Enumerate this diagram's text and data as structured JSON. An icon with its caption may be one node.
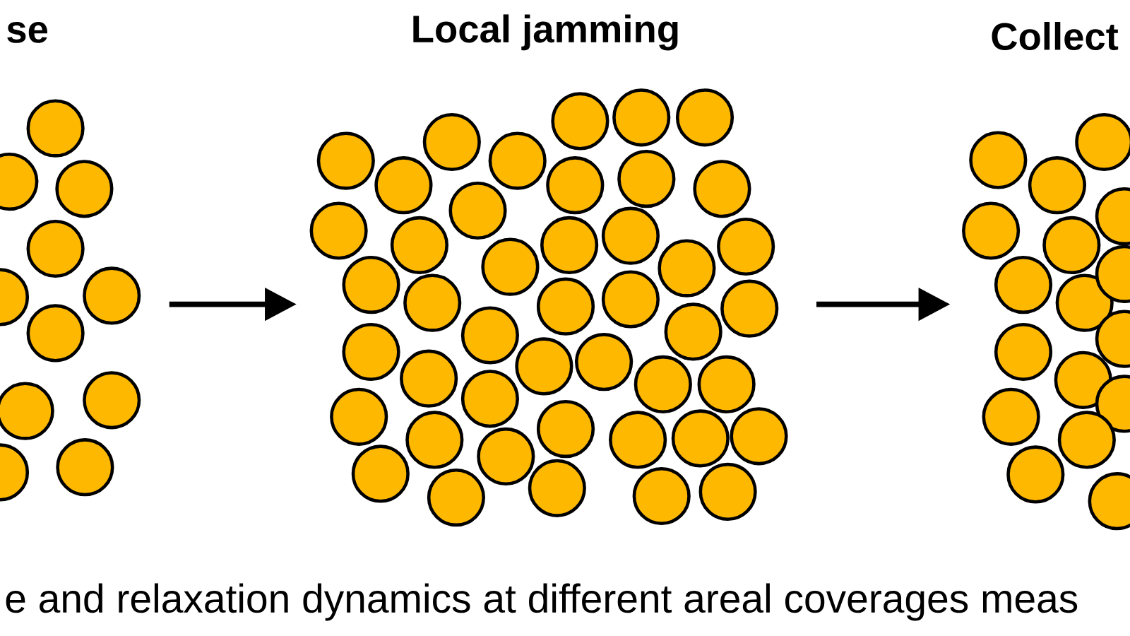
{
  "diagram": {
    "caption": "e and relaxation dynamics at different areal coverages meas",
    "nodes": [
      {
        "text": [
          "se"
        ]
      },
      {
        "text": [
          "Local jamming"
        ]
      },
      {
        "text": [
          "Collect"
        ]
      }
    ],
    "edges": [
      {
        "from": 0,
        "to": 1,
        "arrow": "to"
      },
      {
        "from": 1,
        "to": 2,
        "arrow": "to"
      }
    ]
  }
}
